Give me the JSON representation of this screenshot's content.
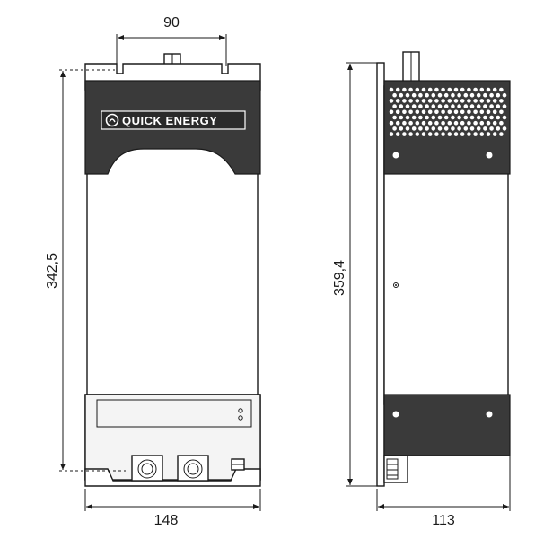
{
  "dimensions": {
    "top_width": "90",
    "front_height": "342,5",
    "side_height": "359,4",
    "front_width": "148",
    "side_depth": "113"
  },
  "brand": {
    "text": "QUICK ENERGY"
  }
}
